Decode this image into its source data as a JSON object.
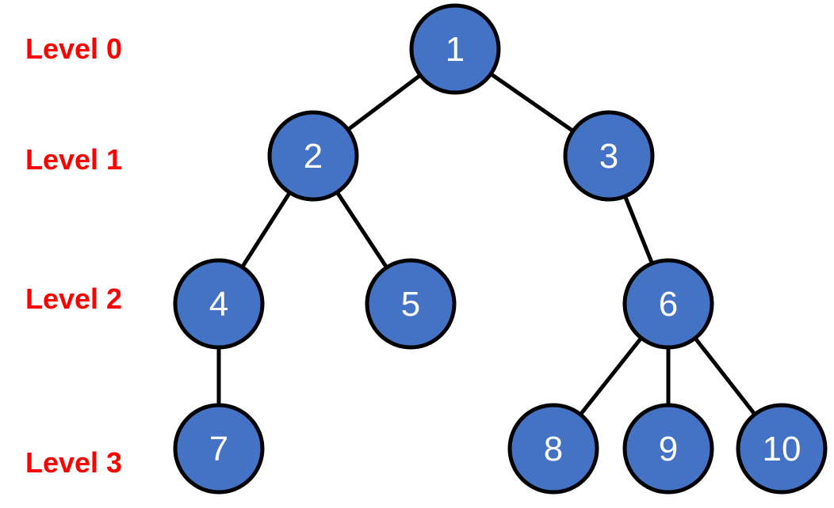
{
  "diagram": {
    "colors": {
      "node_fill": "#4472C4",
      "node_stroke": "#000000",
      "node_text": "#ffffff",
      "edge": "#000000",
      "level_text": "#ff0000",
      "background": "#ffffff"
    },
    "levels": [
      {
        "label": "Level 0"
      },
      {
        "label": "Level 1"
      },
      {
        "label": "Level 2"
      },
      {
        "label": "Level 3"
      }
    ],
    "nodes": [
      {
        "id": "1",
        "label": "1",
        "level": 0
      },
      {
        "id": "2",
        "label": "2",
        "level": 1
      },
      {
        "id": "3",
        "label": "3",
        "level": 1
      },
      {
        "id": "4",
        "label": "4",
        "level": 2
      },
      {
        "id": "5",
        "label": "5",
        "level": 2
      },
      {
        "id": "6",
        "label": "6",
        "level": 2
      },
      {
        "id": "7",
        "label": "7",
        "level": 3
      },
      {
        "id": "8",
        "label": "8",
        "level": 3
      },
      {
        "id": "9",
        "label": "9",
        "level": 3
      },
      {
        "id": "10",
        "label": "10",
        "level": 3
      }
    ],
    "edges": [
      {
        "from": "1",
        "to": "2"
      },
      {
        "from": "1",
        "to": "3"
      },
      {
        "from": "2",
        "to": "4"
      },
      {
        "from": "2",
        "to": "5"
      },
      {
        "from": "3",
        "to": "6"
      },
      {
        "from": "4",
        "to": "7"
      },
      {
        "from": "6",
        "to": "8"
      },
      {
        "from": "6",
        "to": "9"
      },
      {
        "from": "6",
        "to": "10"
      }
    ]
  }
}
